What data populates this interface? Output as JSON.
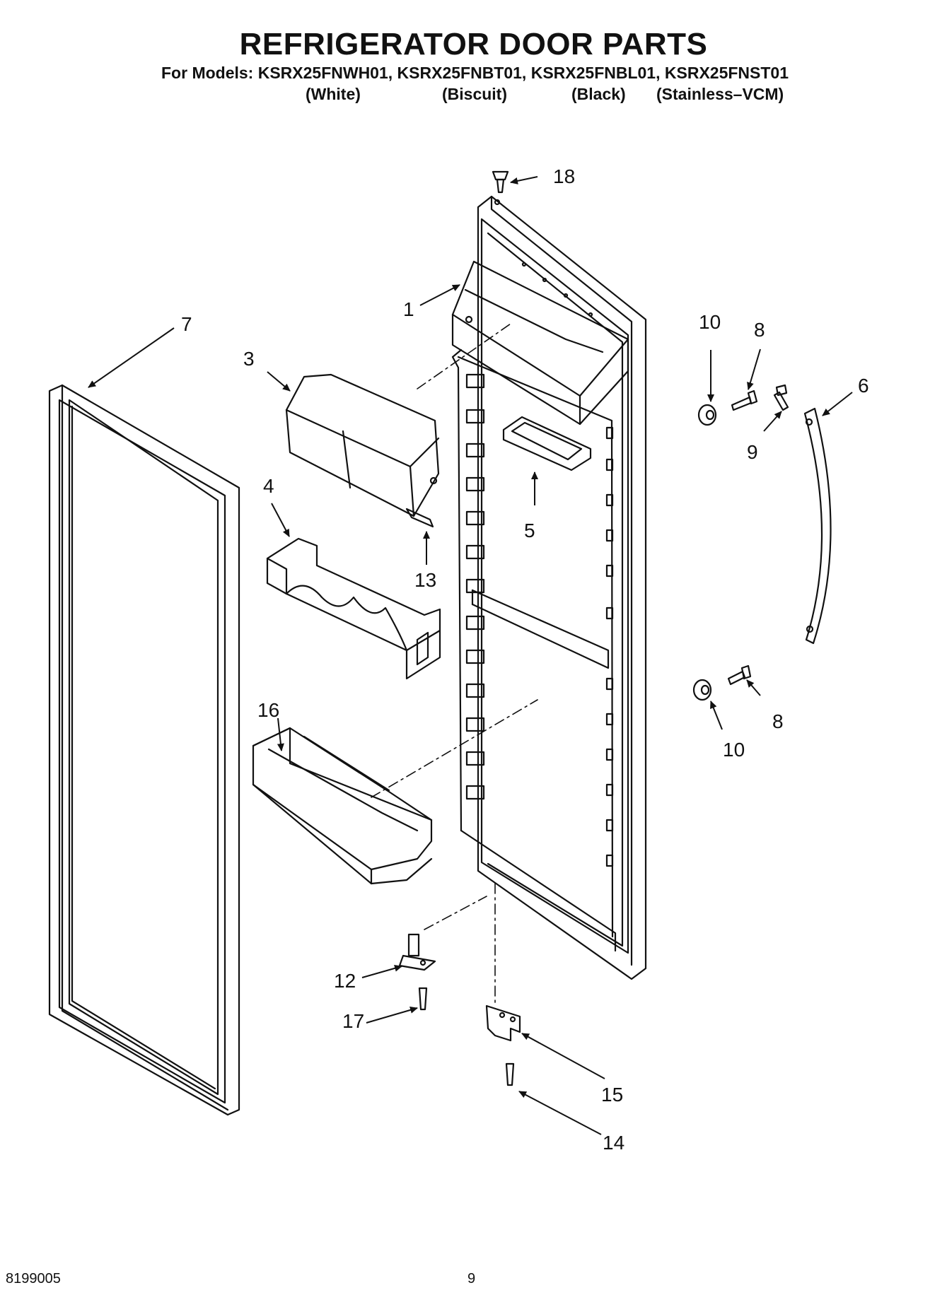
{
  "title": "REFRIGERATOR DOOR PARTS",
  "models_line": "For Models: KSRX25FNWH01, KSRX25FNBT01, KSRX25FNBL01, KSRX25FNST01",
  "colors": [
    "(White)",
    "(Biscuit)",
    "(Black)",
    "(Stainless–VCM)"
  ],
  "callouts": {
    "p1": "1",
    "p3": "3",
    "p4": "4",
    "p5": "5",
    "p6": "6",
    "p7": "7",
    "p8a": "8",
    "p8b": "8",
    "p9": "9",
    "p10a": "10",
    "p10b": "10",
    "p12": "12",
    "p13": "13",
    "p14": "14",
    "p15": "15",
    "p16": "16",
    "p17": "17",
    "p18": "18"
  },
  "footer": {
    "doc_number": "8199005",
    "page_number": "9"
  }
}
